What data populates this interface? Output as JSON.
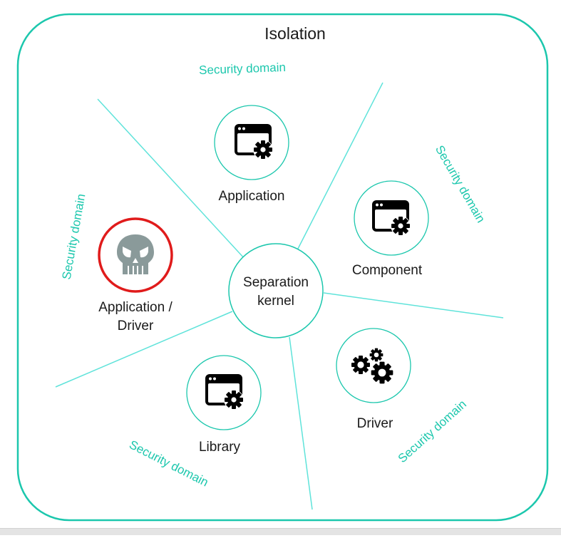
{
  "title": "Isolation",
  "center": {
    "line1": "Separation",
    "line2": "kernel"
  },
  "domain_label": "Security domain",
  "nodes": {
    "application": "Application",
    "component": "Component",
    "app_driver_line1": "Application /",
    "app_driver_line2": "Driver",
    "library": "Library",
    "driver": "Driver"
  },
  "domains": [
    "Security domain",
    "Security domain",
    "Security domain",
    "Security domain",
    "Security domain"
  ],
  "colors": {
    "accent": "#1cc7ad",
    "divider": "#5fe3da",
    "malicious": "#e01b1b",
    "skull": "#8a9a9a",
    "icon": "#000000",
    "text": "#1a1a1a"
  },
  "icons": [
    "app-window-gear-icon",
    "skull-icon",
    "gears-icon"
  ]
}
